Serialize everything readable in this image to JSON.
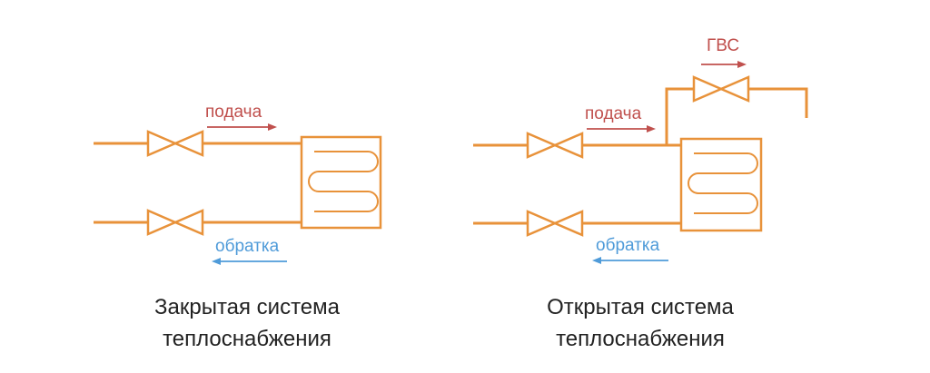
{
  "colors": {
    "pipe": "#E8923A",
    "supply": "#C0504D",
    "return": "#4F9BD9",
    "caption": "#222222"
  },
  "closed_system": {
    "supply_label": "подача",
    "return_label": "обратка",
    "caption_line1": "Закрытая система",
    "caption_line2": "теплоснабжения"
  },
  "open_system": {
    "supply_label": "подача",
    "return_label": "обратка",
    "dhw_label": "ГВС",
    "caption_line1": "Открытая система",
    "caption_line2": "теплоснабжения"
  },
  "icons": {
    "valve": "gate-valve-icon",
    "heat_exchanger": "heat-exchanger-icon",
    "supply_arrow": "arrow-right-icon",
    "return_arrow": "arrow-left-icon"
  }
}
